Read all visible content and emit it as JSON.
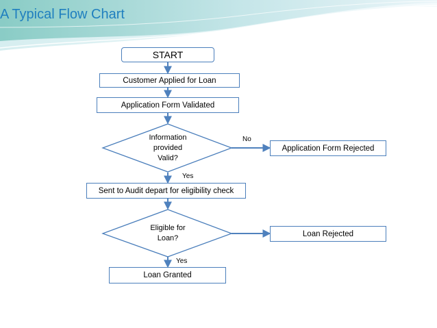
{
  "slide": {
    "title": "A Typical Flow Chart"
  },
  "flowchart": {
    "start": "START",
    "steps": {
      "customer_applied": "Customer Applied for Loan",
      "form_validated": "Application Form Validated",
      "sent_to_audit": "Sent to Audit depart for eligibility check",
      "loan_granted": "Loan Granted",
      "form_rejected": "Application Form Rejected",
      "loan_rejected": "Loan Rejected"
    },
    "decisions": {
      "info_valid": [
        "Information",
        "provided",
        "Valid?"
      ],
      "eligible": [
        "Eligible for",
        "Loan?"
      ]
    },
    "branch_labels": {
      "no": "No",
      "yes_1": "Yes",
      "yes_2": "Yes"
    }
  },
  "colors": {
    "title": "#1f7fbf",
    "shape_border": "#4a7ebb",
    "arrow": "#4f81bd",
    "decor_teal": "#8fd0c8",
    "decor_blue": "#cfe6f0"
  }
}
